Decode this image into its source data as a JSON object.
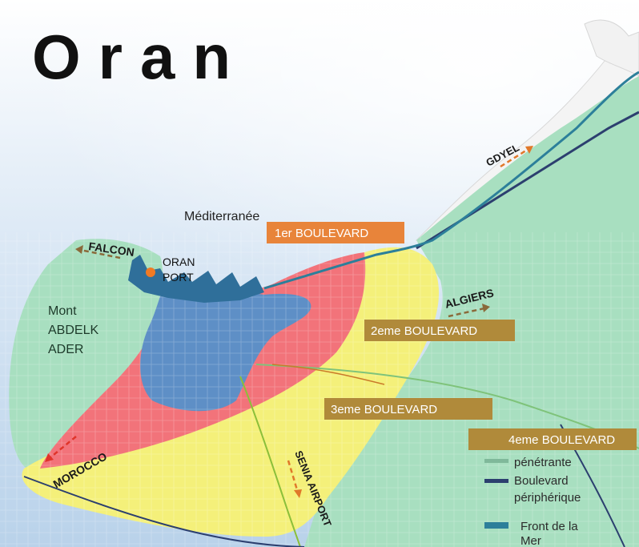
{
  "map": {
    "title": "Oran",
    "sea_label": "Méditerranée",
    "port_label_line1": "ORAN",
    "port_label_line2": "PORT",
    "mont_line1": "Mont",
    "mont_line2": "ABDELK",
    "mont_line3": "ADER"
  },
  "directions": {
    "falcon": "FALCON",
    "gdyel": "GDYEL",
    "algiers": "ALGIERS",
    "morocco": "MOROCCO",
    "senia": "SENIA AIRPORT"
  },
  "boulevards": {
    "b1": "1er BOULEVARD",
    "b2": "2eme BOULEVARD",
    "b3": "3eme BOULEVARD",
    "b4": "4eme BOULEVARD"
  },
  "legend": {
    "penetrante": "pénétrante",
    "periph_line1": "Boulevard",
    "periph_line2": "périphérique",
    "front_line1": "Front de la",
    "front_line2": "Mer"
  },
  "colors": {
    "sea": "#cfe0f2",
    "zone_green": "#a8dfc0",
    "zone_yellow": "#f4f07a",
    "zone_red": "#f2737a",
    "zone_blue": "#5e8fc6",
    "port_blue": "#2f6f9a",
    "label_orange": "#e8843a",
    "label_brown": "#b08a3a",
    "periph_navy": "#2c3f6f",
    "penetrante_green": "#7fb89a",
    "front_teal": "#2c7f9a",
    "arrow_orange": "#e0782a",
    "arrow_red": "#e0342a"
  }
}
